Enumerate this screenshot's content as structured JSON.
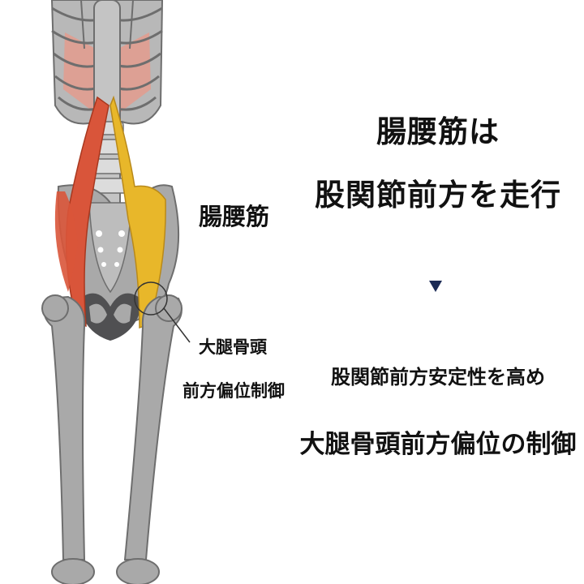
{
  "headline": {
    "line1": "腸腰筋は",
    "line2": "股関節前方を走行"
  },
  "labels": {
    "muscle": "腸腰筋",
    "femoral_head_line1": "大腿骨頭",
    "femoral_head_line2": "前方偏位制御"
  },
  "result": {
    "line1": "股関節前方安定性を高め",
    "line2": "大腿骨頭前方偏位の制御"
  },
  "colors": {
    "bone": "#a9a9a9",
    "bone_outline": "#6e6e6e",
    "pelvis_dark": "#505052",
    "psoas": "#d9553a",
    "iliacus": "#e8b72a",
    "arrow": "#1b2a55"
  }
}
